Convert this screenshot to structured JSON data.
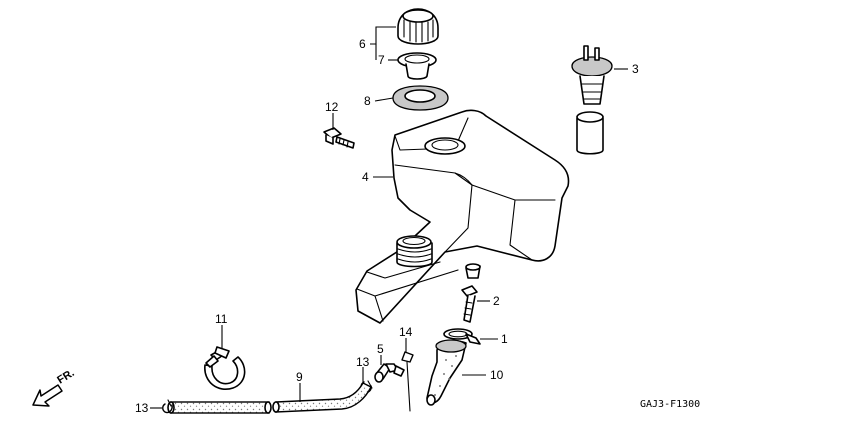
{
  "callouts": {
    "p1": "1",
    "p2": "2",
    "p3": "3",
    "p4": "4",
    "p5": "5",
    "p6": "6",
    "p7": "7",
    "p8": "8",
    "p9": "9",
    "p10": "10",
    "p11": "11",
    "p12": "12",
    "p13a": "13",
    "p13b": "13",
    "p14": "14"
  },
  "front_indicator": "FR.",
  "figure_code": "GAJ3-F1300"
}
